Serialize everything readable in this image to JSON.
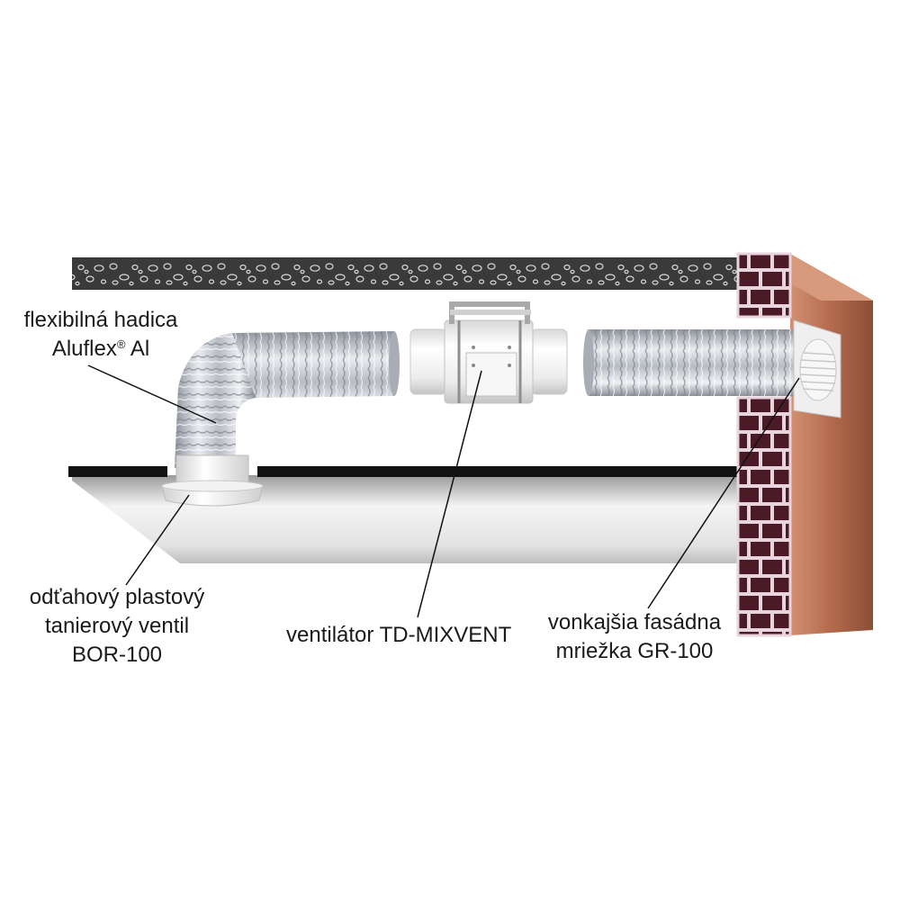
{
  "labels": {
    "hose": {
      "line1": "flexibilná hadica",
      "line2_main": "Aluflex",
      "line2_reg": "®",
      "line2_rest": " Al"
    },
    "valve": {
      "line1": "odťahový plastový",
      "line2": "tanierový ventil",
      "line3": "BOR-100"
    },
    "fan": {
      "line1": "ventilátor TD-MIXVENT"
    },
    "grille": {
      "line1": "vonkajšia fasádna",
      "line2": "mriežka GR-100"
    }
  },
  "colors": {
    "ceiling_slab": "#3a3a3a",
    "ceiling_pebbles": "#d8d8d8",
    "brick": "#4a1a26",
    "mortar": "#e8d4dc",
    "facade": "#b06a4a",
    "facade_edge": "#c98466",
    "ceiling_panel": "#e9e9e9",
    "black_line": "#111111",
    "duct": "#c9ccd2",
    "fan_body": "#f2f2f2"
  },
  "icons": [
    "flexible-duct-icon",
    "inline-fan-icon",
    "plate-valve-icon",
    "facade-grille-icon",
    "brick-wall-icon"
  ]
}
